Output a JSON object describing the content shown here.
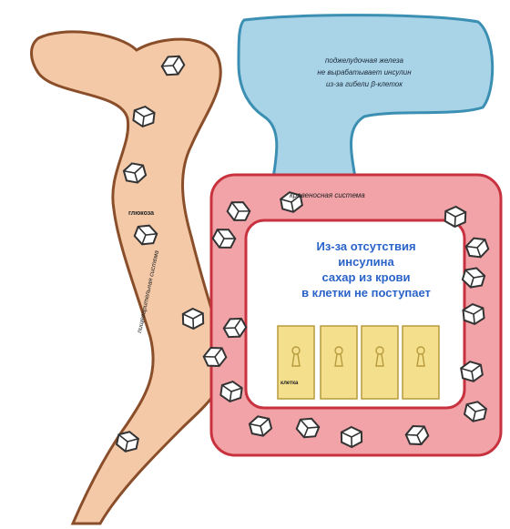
{
  "labels": {
    "pancreas_note": [
      "поджелудочная железа",
      "не вырабатывает инсулин",
      "из-за гибели β-клеток"
    ],
    "blood_system": "кровеносная система",
    "glucose": "глюкоза",
    "digestive_system": "пищеварительная система",
    "center_message": [
      "Из-за отсутствия",
      "инсулина",
      "сахар из крови",
      "в клетки не поступает"
    ],
    "cell": "клетка"
  },
  "colors": {
    "pancreas_fill": "#a9d3e6",
    "pancreas_stroke": "#3b8fb3",
    "blood_fill": "#f2a3a8",
    "blood_stroke": "#c8323f",
    "gut_fill": "#f4c9a8",
    "gut_stroke": "#8a4f2a",
    "cell_fill": "#f3df8c",
    "cell_stroke": "#b79a3d",
    "center_text": "#2a63c9"
  },
  "icons": {
    "glucose": "sugar-cube-icon",
    "cell_lock": "keyhole-icon"
  }
}
